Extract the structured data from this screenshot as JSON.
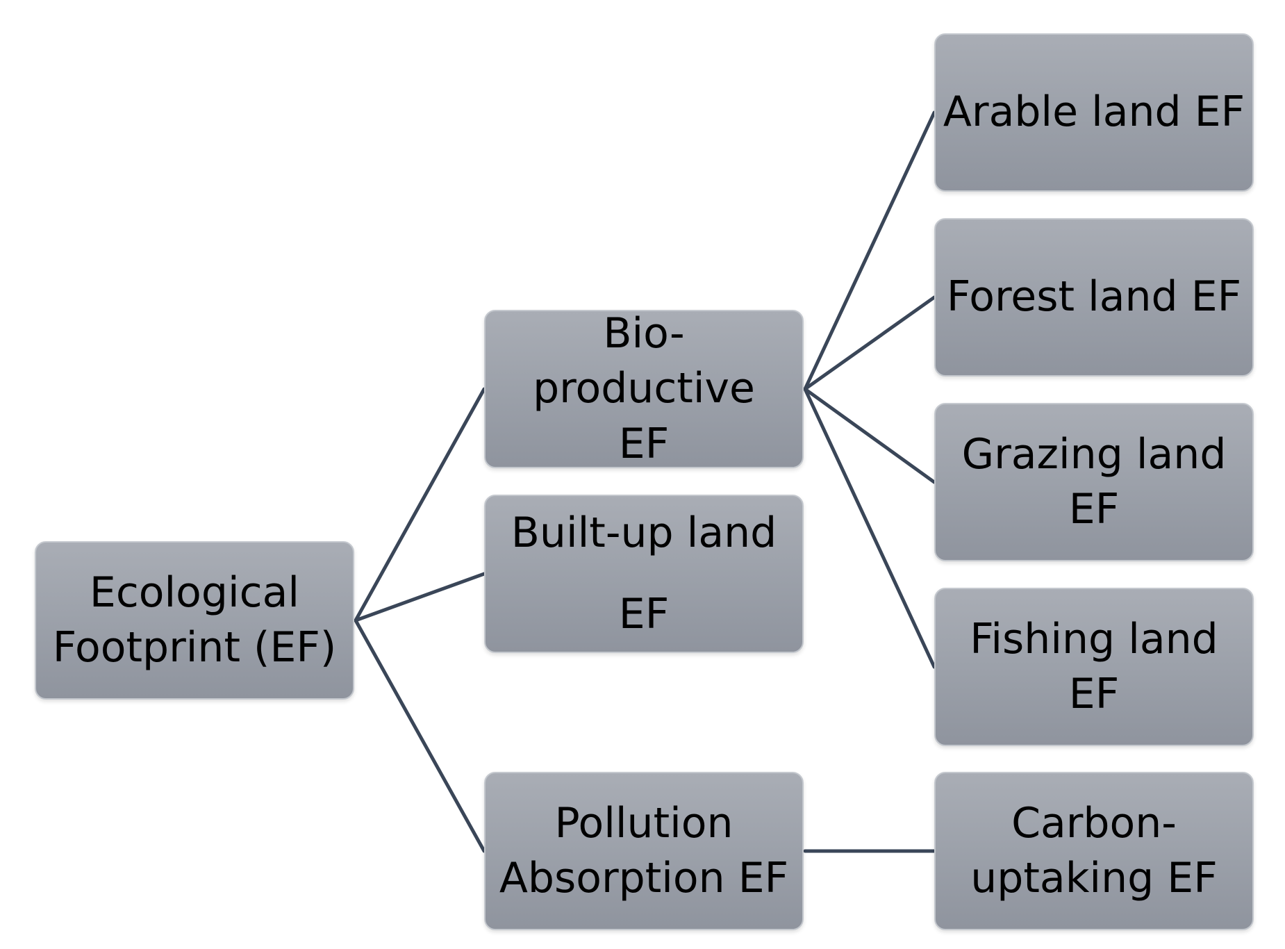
{
  "diagram": {
    "nodes": {
      "root": {
        "label": "Ecological\nFootprint (EF)"
      },
      "bio": {
        "label": "Bio-\nproductive\nEF"
      },
      "builtup": {
        "label": "Built-up land\nEF"
      },
      "pollution": {
        "label": "Pollution\nAbsorption EF"
      },
      "arable": {
        "label": "Arable land EF"
      },
      "forest": {
        "label": "Forest land EF"
      },
      "grazing": {
        "label": "Grazing land\nEF"
      },
      "fishing": {
        "label": "Fishing land\nEF"
      },
      "carbon": {
        "label": "Carbon-\nuptaking EF"
      }
    },
    "edges": [
      {
        "from": "root",
        "to": "bio"
      },
      {
        "from": "root",
        "to": "builtup"
      },
      {
        "from": "root",
        "to": "pollution"
      },
      {
        "from": "bio",
        "to": "arable"
      },
      {
        "from": "bio",
        "to": "forest"
      },
      {
        "from": "bio",
        "to": "grazing"
      },
      {
        "from": "bio",
        "to": "fishing"
      },
      {
        "from": "pollution",
        "to": "carbon"
      }
    ],
    "colors": {
      "node_fill": "#9ca1aa",
      "connector": "#3a4658",
      "text": "#000000"
    }
  }
}
